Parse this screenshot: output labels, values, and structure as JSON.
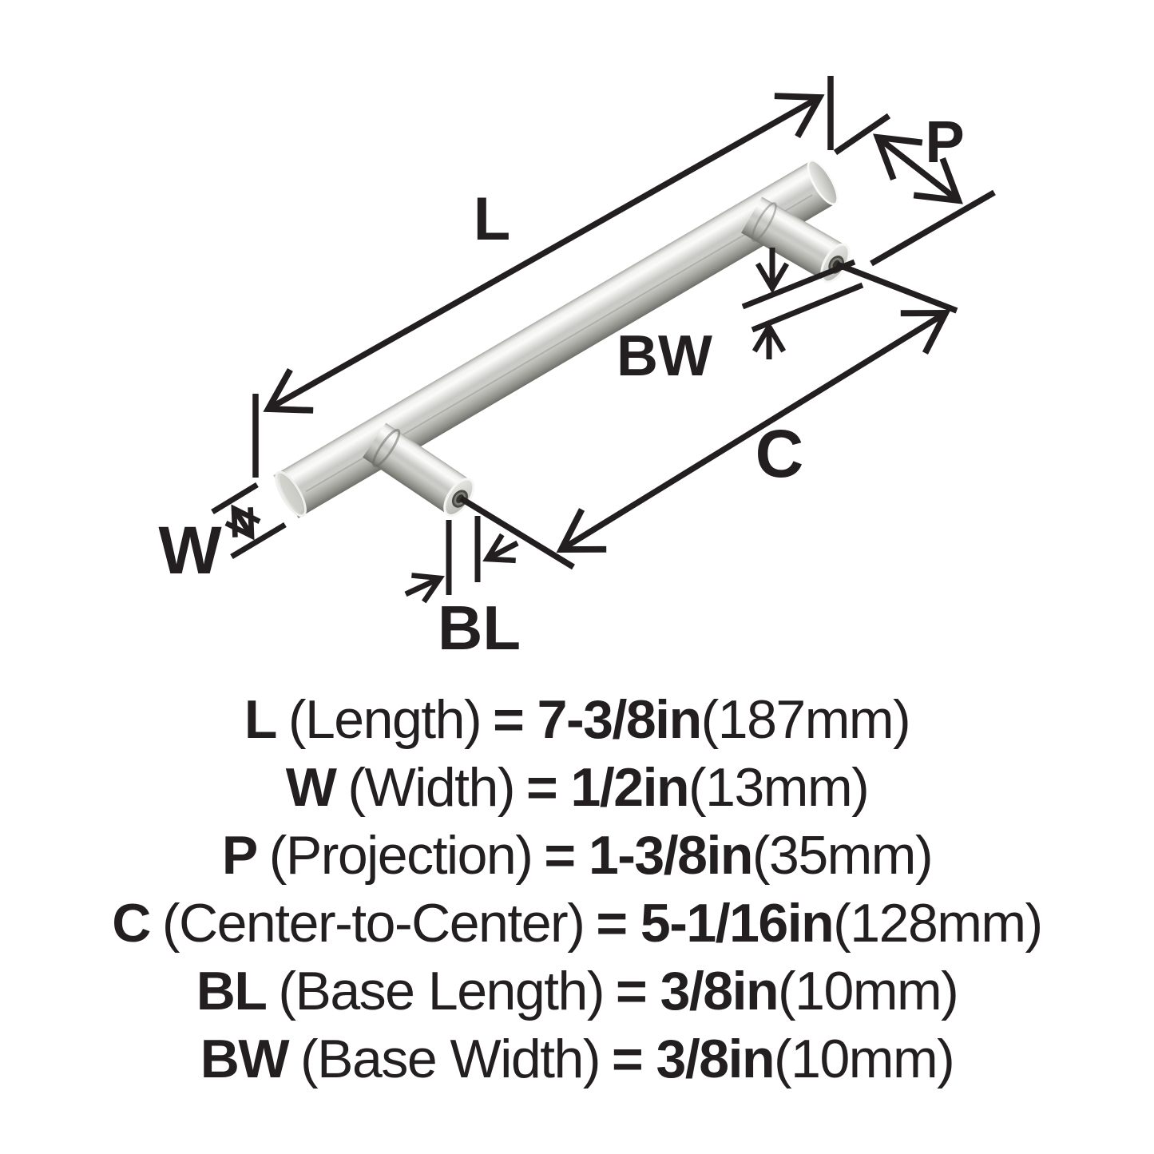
{
  "page": {
    "background": "#ffffff",
    "ink": "#231f20",
    "metal_highlight": "#f7f8f6",
    "metal_mid": "#c8c9c5",
    "metal_shadow": "#6e6f69"
  },
  "diagram": {
    "subject": "bar-pull-handle-dimension-drawing",
    "labels": {
      "L": "L",
      "P": "P",
      "W": "W",
      "BW": "BW",
      "C": "C",
      "BL": "BL"
    }
  },
  "specs": [
    {
      "symbol": "L",
      "name": "(Length)",
      "value": "= 7-3/8in",
      "metric": "(187mm)"
    },
    {
      "symbol": "W",
      "name": "(Width)",
      "value": "= 1/2in",
      "metric": "(13mm)"
    },
    {
      "symbol": "P",
      "name": "(Projection)",
      "value": "= 1-3/8in",
      "metric": "(35mm)"
    },
    {
      "symbol": "C",
      "name": "(Center-to-Center)",
      "value": "= 5-1/16in",
      "metric": "(128mm)"
    },
    {
      "symbol": "BL",
      "name": "(Base Length)",
      "value": "= 3/8in",
      "metric": "(10mm)"
    },
    {
      "symbol": "BW",
      "name": "(Base Width)",
      "value": "= 3/8in",
      "metric": "(10mm)"
    }
  ]
}
